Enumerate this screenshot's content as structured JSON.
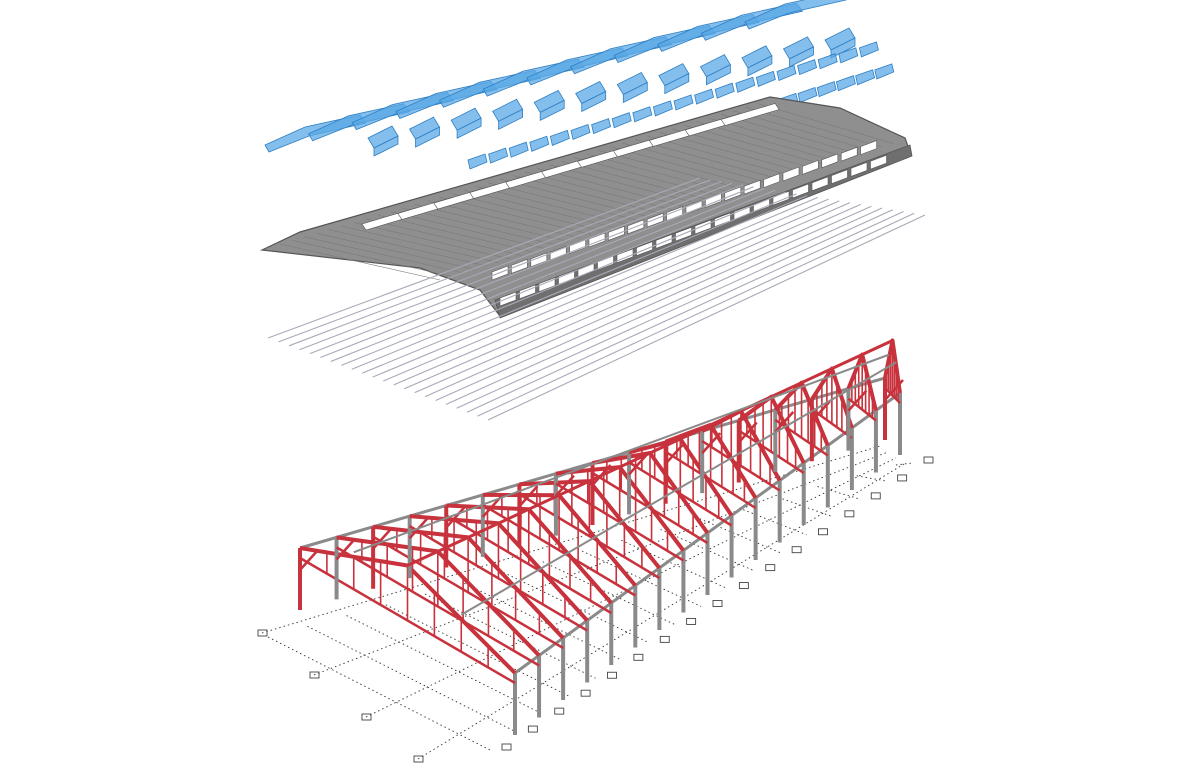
{
  "diagram": {
    "layers": [
      {
        "id": "skylights",
        "kind": "glazing"
      },
      {
        "id": "roof-cladding",
        "kind": "roof-sheeting"
      },
      {
        "id": "purlins",
        "kind": "linework"
      },
      {
        "id": "steel-frame",
        "kind": "structure"
      }
    ],
    "grid": {
      "bays": 16,
      "frame_lines": 4
    },
    "colors": {
      "background": "#ffffff",
      "glass_fill": "#5aa8e6",
      "glass_stroke": "#2f7fc4",
      "roof_fill": "#8f8f8f",
      "roof_stroke": "#555555",
      "opening_fill": "#ffffff",
      "purlin_line": "#a9a9b8",
      "truss_red": "#c8323c",
      "column_grey": "#8a8a8a",
      "footing_stroke": "#444444",
      "dotted_grid": "#333333"
    }
  }
}
